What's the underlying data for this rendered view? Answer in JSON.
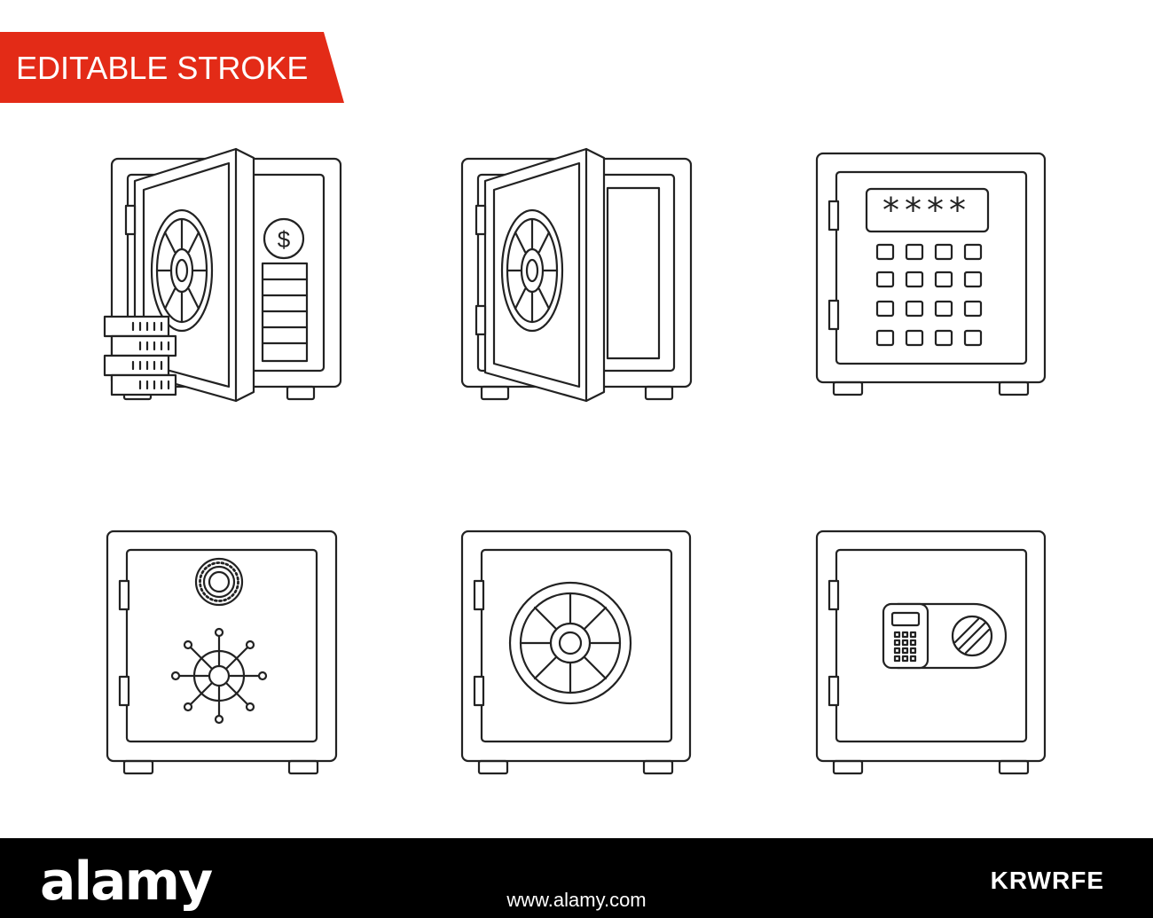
{
  "badge": {
    "label": "EDITABLE STROKE",
    "color": "#e32b17"
  },
  "icons": [
    {
      "name": "open-safe-with-coins-icon"
    },
    {
      "name": "open-safe-icon"
    },
    {
      "name": "keypad-safe-icon"
    },
    {
      "name": "combination-handle-safe-icon"
    },
    {
      "name": "dial-safe-icon"
    },
    {
      "name": "electronic-lock-safe-icon"
    }
  ],
  "footer": {
    "logo": "alamy",
    "image_id": "KRWRFE",
    "url": "www.alamy.com"
  },
  "colors": {
    "stroke": "#222222",
    "background": "#ffffff",
    "footer": "#000000"
  }
}
